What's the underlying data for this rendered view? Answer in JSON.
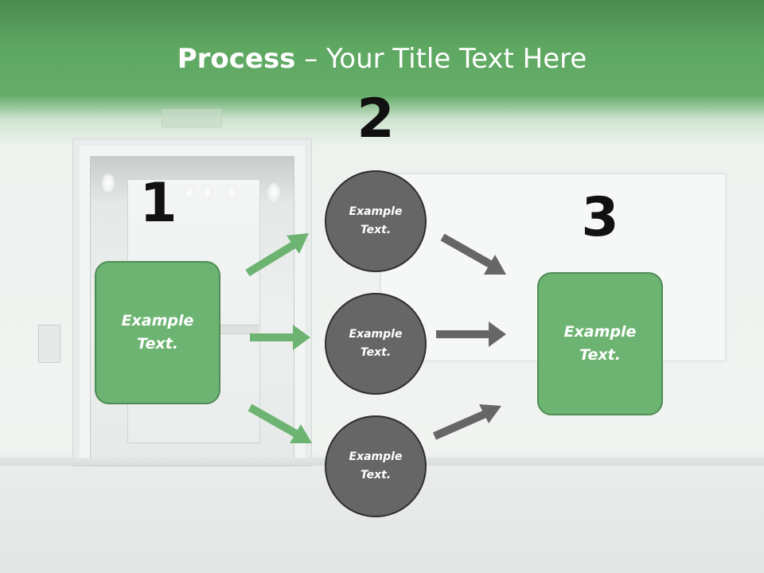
{
  "title": {
    "bold": "Process",
    "rest": " – Your Title Text Here"
  },
  "steps": {
    "one": "1",
    "two": "2",
    "three": "3"
  },
  "boxes": {
    "left": "Example Text.",
    "right": "Example Text."
  },
  "circles": {
    "top": "Example Text.",
    "middle": "Example Text.",
    "bottom": "Example Text."
  },
  "colors": {
    "header_green": "#5ea862",
    "box_green": "#6db472",
    "circle_gray": "#666666",
    "arrow_green": "#6db472",
    "arrow_gray": "#666666"
  }
}
